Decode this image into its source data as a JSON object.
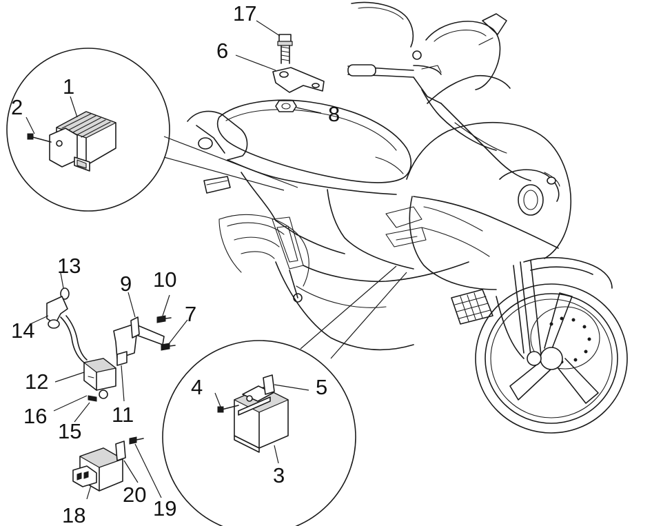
{
  "diagram": {
    "labels": [
      {
        "id": "c1",
        "text": "1"
      },
      {
        "id": "c2",
        "text": "2"
      },
      {
        "id": "c3",
        "text": "3"
      },
      {
        "id": "c4",
        "text": "4"
      },
      {
        "id": "c5",
        "text": "5"
      },
      {
        "id": "c6",
        "text": "6"
      },
      {
        "id": "c7",
        "text": "7"
      },
      {
        "id": "c8",
        "text": "8"
      },
      {
        "id": "c9",
        "text": "9"
      },
      {
        "id": "c10",
        "text": "10"
      },
      {
        "id": "c11",
        "text": "11"
      },
      {
        "id": "c12",
        "text": "12"
      },
      {
        "id": "c13",
        "text": "13"
      },
      {
        "id": "c14",
        "text": "14"
      },
      {
        "id": "c15",
        "text": "15"
      },
      {
        "id": "c16",
        "text": "16"
      },
      {
        "id": "c17",
        "text": "17"
      },
      {
        "id": "c18",
        "text": "18"
      },
      {
        "id": "c19",
        "text": "19"
      },
      {
        "id": "c20",
        "text": "20"
      }
    ]
  }
}
